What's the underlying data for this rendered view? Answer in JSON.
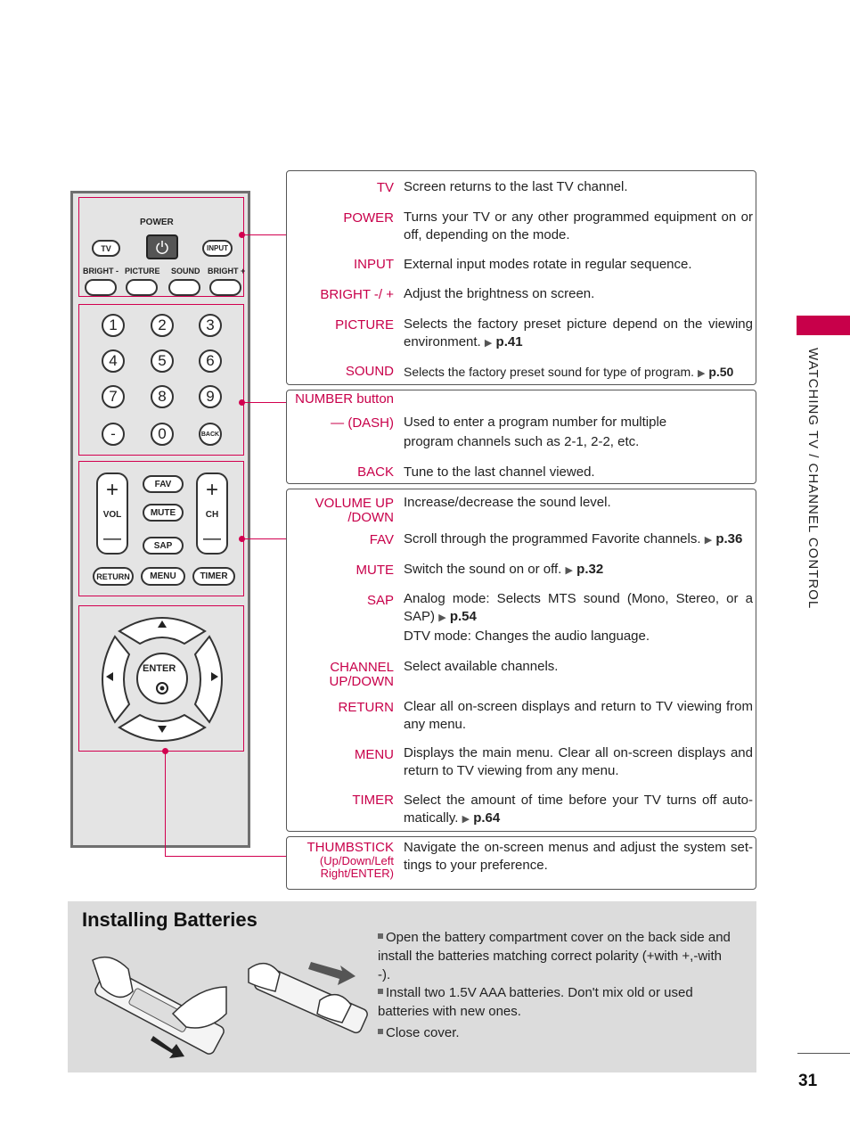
{
  "remote": {
    "power": "POWER",
    "tv": "TV",
    "input": "INPUT",
    "bright_minus": "BRIGHT -",
    "picture": "PICTURE",
    "sound": "SOUND",
    "bright_plus": "BRIGHT +",
    "numbers": [
      "1",
      "2",
      "3",
      "4",
      "5",
      "6",
      "7",
      "8",
      "9",
      "-",
      "0"
    ],
    "back": "BACK",
    "fav": "FAV",
    "mute": "MUTE",
    "sap": "SAP",
    "vol": "VOL",
    "ch": "CH",
    "plus": "+",
    "minus": "—",
    "return": "RETURN",
    "menu": "MENU",
    "timer": "TIMER",
    "enter": "ENTER"
  },
  "panel1": [
    {
      "key": "TV",
      "desc": "Screen returns to the last TV channel."
    },
    {
      "key": "POWER",
      "desc": "Turns your TV or any other programmed equipment on or off, depending on the mode."
    },
    {
      "key": "INPUT",
      "desc": "External input modes rotate in regular sequence."
    },
    {
      "key": "BRIGHT -/ +",
      "desc": "Adjust the brightness on screen."
    },
    {
      "key": "PICTURE",
      "desc": "Selects the factory preset picture depend on the viewing environment.",
      "ref": "p.41"
    },
    {
      "key": "SOUND",
      "desc": "Selects the factory preset sound for type of program.",
      "ref": "p.50"
    }
  ],
  "panel2": {
    "number_button": "NUMBER button",
    "dash_key": "— (DASH)",
    "dash_desc_1": "Used to enter a program number for multiple",
    "dash_desc_2": "program channels such as 2-1, 2-2, etc.",
    "back_key": "BACK",
    "back_desc": "Tune to the last channel viewed."
  },
  "panel3": {
    "vol_key_1": "VOLUME UP",
    "vol_key_2": "/DOWN",
    "vol_desc": "Increase/decrease the sound level.",
    "fav_key": "FAV",
    "fav_desc": "Scroll through the programmed Favorite channels.",
    "fav_ref": "p.36",
    "mute_key": "MUTE",
    "mute_desc": "Switch the sound on or off.",
    "mute_ref": "p.32",
    "sap_key": "SAP",
    "sap_desc": "Analog mode: Selects MTS sound (Mono, Stereo, or a SAP)",
    "sap_ref": "p.54",
    "sap_desc2": "DTV mode: Changes the audio language.",
    "ch_key_1": "CHANNEL",
    "ch_key_2": "UP/DOWN",
    "ch_desc": "Select available channels.",
    "return_key": "RETURN",
    "return_desc": "Clear all on-screen displays and return to TV viewing from any menu.",
    "menu_key": "MENU",
    "menu_desc": "Displays the main menu. Clear all on-screen displays and return to TV viewing from any menu.",
    "timer_key": "TIMER",
    "timer_desc": "Select the amount of time before your TV turns off auto-matically.",
    "timer_ref": "p.64"
  },
  "panel4": {
    "key": "THUMBSTICK",
    "sub_1": "(Up/Down/Left",
    "sub_2": "Right/ENTER)",
    "desc": "Navigate the on-screen menus and adjust the system set-tings to your preference."
  },
  "side_tab": "WATCHING TV / CHANNEL CONTROL",
  "batteries": {
    "title": "Installing Batteries",
    "items": [
      "Open the battery compartment cover on the back side and install the batteries matching correct polarity (+with +,-with -).",
      "Install two 1.5V AAA batteries. Don't mix old or used batteries with new ones.",
      "Close cover."
    ]
  },
  "page_number": "31",
  "colors": {
    "accent": "#c8004a",
    "panel_border": "#555555",
    "battery_bg": "#dcdcdc"
  }
}
